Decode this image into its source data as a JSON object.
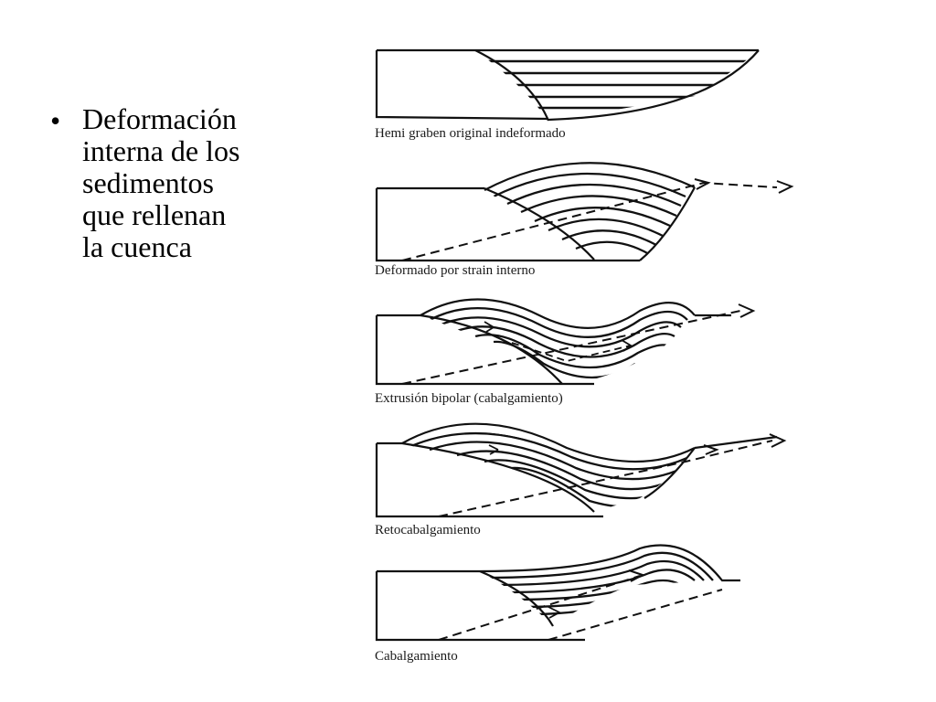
{
  "bullet": {
    "lines": [
      "Deformación",
      "interna de los",
      "sedimentos",
      "que rellenan",
      "la cuenca"
    ]
  },
  "diagram": {
    "panels": [
      {
        "caption": "Hemi graben original indeformado"
      },
      {
        "caption": "Deformado por strain interno"
      },
      {
        "caption": "Extrusión bipolar (cabalgamiento)"
      },
      {
        "caption": "Retocabalgamiento"
      },
      {
        "caption": "Cabalgamiento"
      }
    ]
  }
}
